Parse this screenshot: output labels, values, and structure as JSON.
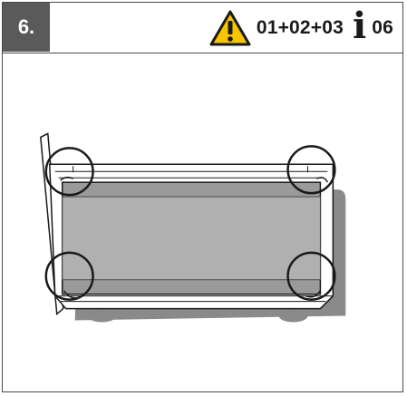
{
  "step": {
    "number": "6."
  },
  "references": {
    "warning_icon": "warning-triangle-icon",
    "warning_refs": "01+02+03",
    "info_icon": "info-icon",
    "info_refs": "06"
  },
  "colors": {
    "badge": "#5a5a5a",
    "warning_fill": "#f7c600",
    "shadow": "#8a8a8a",
    "panel_fill": "#9a9a9a",
    "outline": "#1a1a1a"
  }
}
